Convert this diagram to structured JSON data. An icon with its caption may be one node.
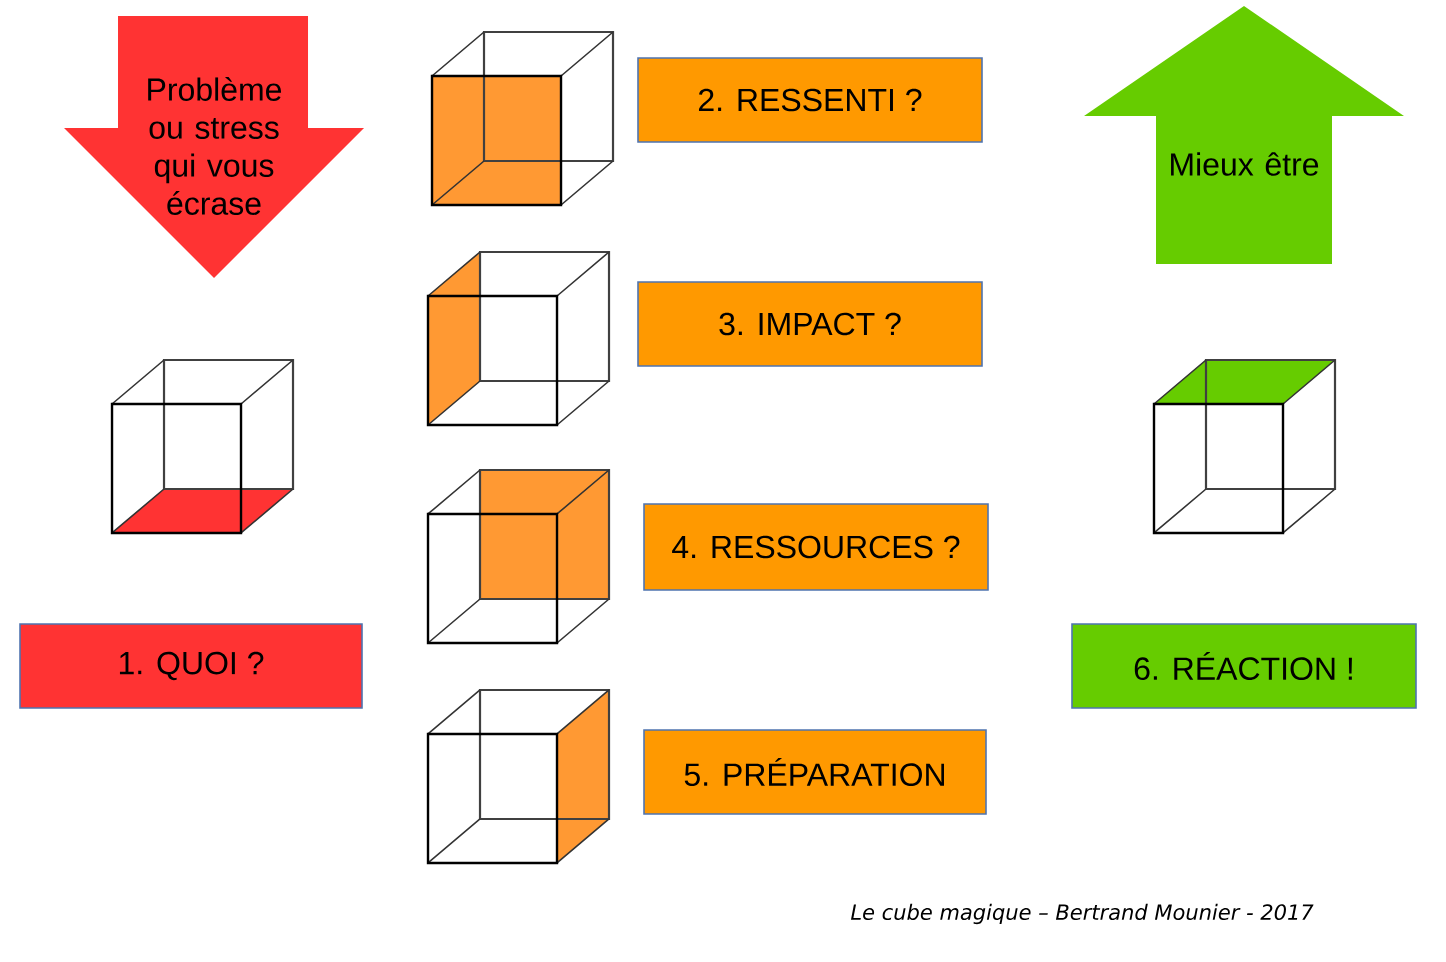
{
  "diagram": {
    "caption": "Le cube magique – Bertrand Mounier - 2017",
    "nodes": [
      {
        "text": [
          "Problème ou stress qui vous écrase"
        ]
      },
      {
        "text": [
          "1. QUOI ?"
        ]
      },
      {
        "text": [
          "2. RESSENTI ?"
        ]
      },
      {
        "text": [
          "3. IMPACT ?"
        ]
      },
      {
        "text": [
          "4. RESSOURCES ?"
        ]
      },
      {
        "text": [
          "5. PRÉPARATION"
        ]
      },
      {
        "text": [
          "6. RÉACTION !"
        ]
      },
      {
        "text": [
          "Mieux être"
        ]
      }
    ]
  }
}
